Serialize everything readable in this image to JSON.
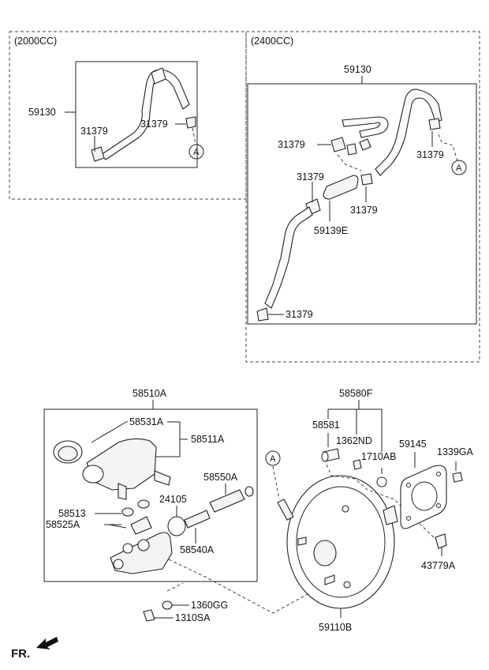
{
  "sections": {
    "left_top": "(2000CC)",
    "right_top": "(2400CC)"
  },
  "connector": "A",
  "labels": {
    "p59130_2000": "59130",
    "p31379_2000_a": "31379",
    "p31379_2000_b": "31379",
    "p59130_2400": "59130",
    "p31379_2400_a": "31379",
    "p31379_2400_b": "31379",
    "p31379_2400_c": "31379",
    "p31379_2400_d": "31379",
    "p31379_2400_e": "31379",
    "p59139E": "59139E",
    "p58510A": "58510A",
    "p58531A": "58531A",
    "p58511A": "58511A",
    "p58550A": "58550A",
    "p24105": "24105",
    "p58513": "58513",
    "p58525A": "58525A",
    "p58540A": "58540A",
    "p1360GG": "1360GG",
    "p1310SA": "1310SA",
    "p58580F": "58580F",
    "p58581": "58581",
    "p1362ND": "1362ND",
    "p1710AB": "1710AB",
    "p59145": "59145",
    "p1339GA": "1339GA",
    "p43779A": "43779A",
    "p59110B": "59110B"
  },
  "footer": {
    "direction_label": "FR."
  }
}
